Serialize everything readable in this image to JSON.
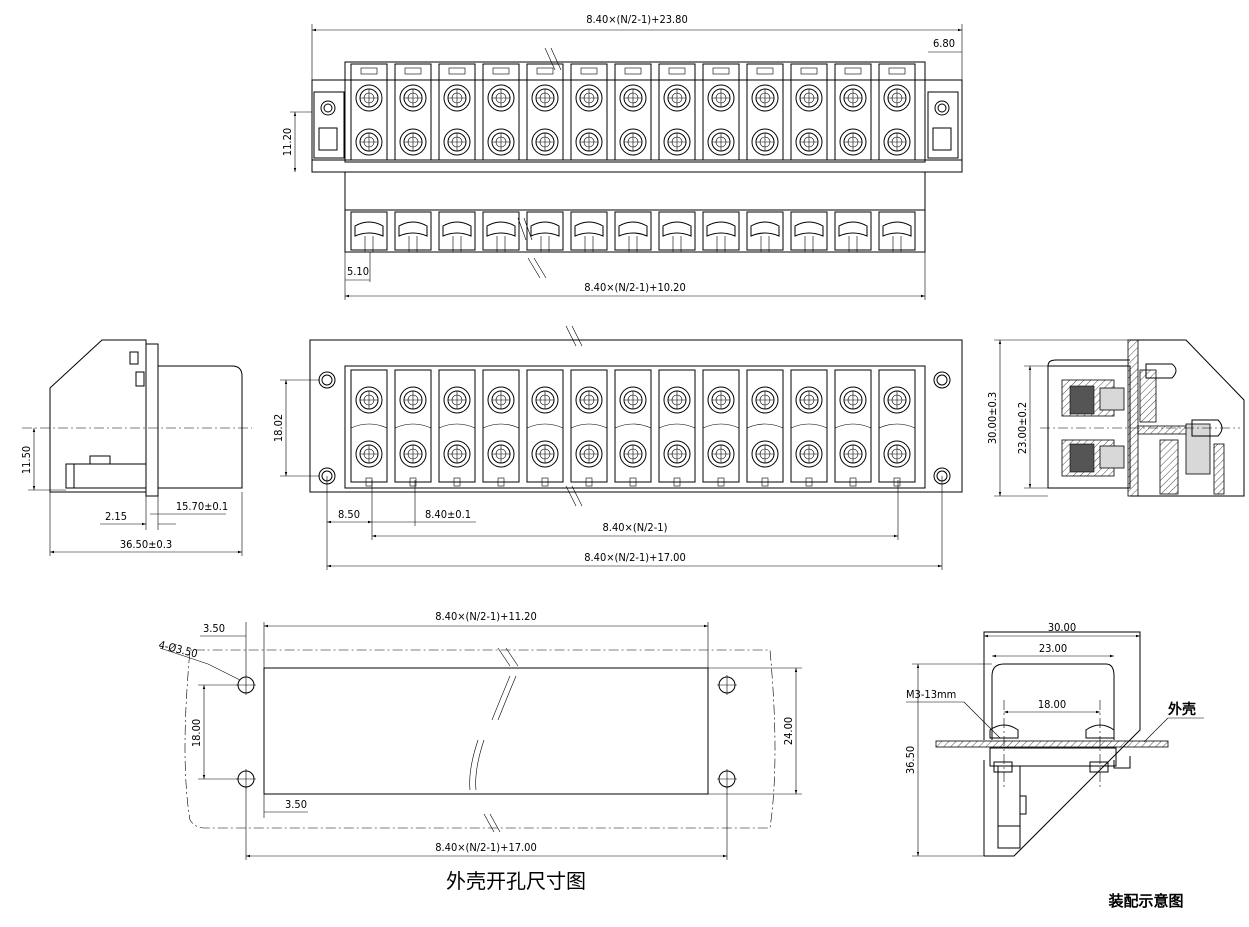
{
  "pin_count_top": 13,
  "dims": {
    "top_overall": "8.40×(N/2-1)+23.80",
    "top_side": "6.80",
    "top_height": "11.20",
    "top_bottom_small": "5.10",
    "top_bottom": "8.40×(N/2-1)+10.20",
    "side_height": "11.50",
    "side_215": "2.15",
    "side_1570": "15.70±0.1",
    "side_3650": "36.50±0.3",
    "front_1802": "18.02",
    "front_850": "8.50",
    "front_840": "8.40±0.1",
    "front_pitch": "8.40×(N/2-1)",
    "front_overall": "8.40×(N/2-1)+17.00",
    "right_3000": "30.00±0.3",
    "right_2300": "23.00±0.2",
    "cut_350_top": "3.50",
    "cut_holes": "4-Ø3.50",
    "cut_width": "8.40×(N/2-1)+11.20",
    "cut_1800": "18.00",
    "cut_2400": "24.00",
    "cut_350_bottom": "3.50",
    "cut_overall": "8.40×(N/2-1)+17.00",
    "asm_3000": "30.00",
    "asm_2300": "23.00",
    "asm_screw": "M3-13mm",
    "asm_1800": "18.00",
    "asm_3650": "36.50"
  },
  "labels": {
    "shell": "外壳",
    "cutout_title": "外壳开孔尺寸图",
    "assembly_title": "装配示意图"
  }
}
